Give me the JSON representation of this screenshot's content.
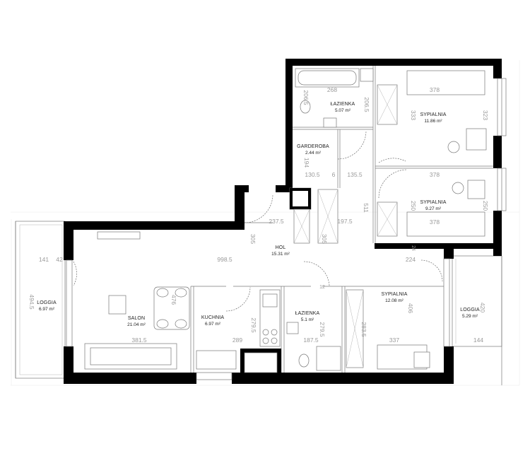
{
  "rooms": [
    {
      "id": "bath1",
      "name": "ŁAZIENKA",
      "area": "5.07 m²"
    },
    {
      "id": "bed1",
      "name": "SYPIALNIA",
      "area": "11.86 m²"
    },
    {
      "id": "wardrobe",
      "name": "GARDEROBA",
      "area": "2.44 m²"
    },
    {
      "id": "bed2",
      "name": "SYPIALNIA",
      "area": "9.27 m²"
    },
    {
      "id": "hall",
      "name": "HOL",
      "area": "15.31 m²"
    },
    {
      "id": "loggia1",
      "name": "LOGGIA",
      "area": "6.97 m²"
    },
    {
      "id": "living",
      "name": "SALON",
      "area": "21.04 m²"
    },
    {
      "id": "kitchen",
      "name": "KUCHNIA",
      "area": "6.97 m²"
    },
    {
      "id": "bath2",
      "name": "ŁAZIENKA",
      "area": "5.1 m²"
    },
    {
      "id": "bed3",
      "name": "SYPIALNIA",
      "area": "12.08 m²"
    },
    {
      "id": "loggia2",
      "name": "LOGGIA",
      "area": "5.29 m²"
    }
  ],
  "dimensions": [
    "268",
    "206.5",
    "206.5",
    "378",
    "333",
    "323",
    "194",
    "130.5",
    "6",
    "135.5",
    "378",
    "250",
    "250",
    "378",
    "237.5",
    "197.5",
    "511",
    "305",
    "305",
    "998.5",
    "141",
    "42",
    "494.5",
    "476",
    "279.5",
    "279.5",
    "224",
    "406",
    "420",
    "283.5",
    "381.5",
    "289",
    "187.5",
    "337",
    "144",
    "12",
    "24"
  ]
}
